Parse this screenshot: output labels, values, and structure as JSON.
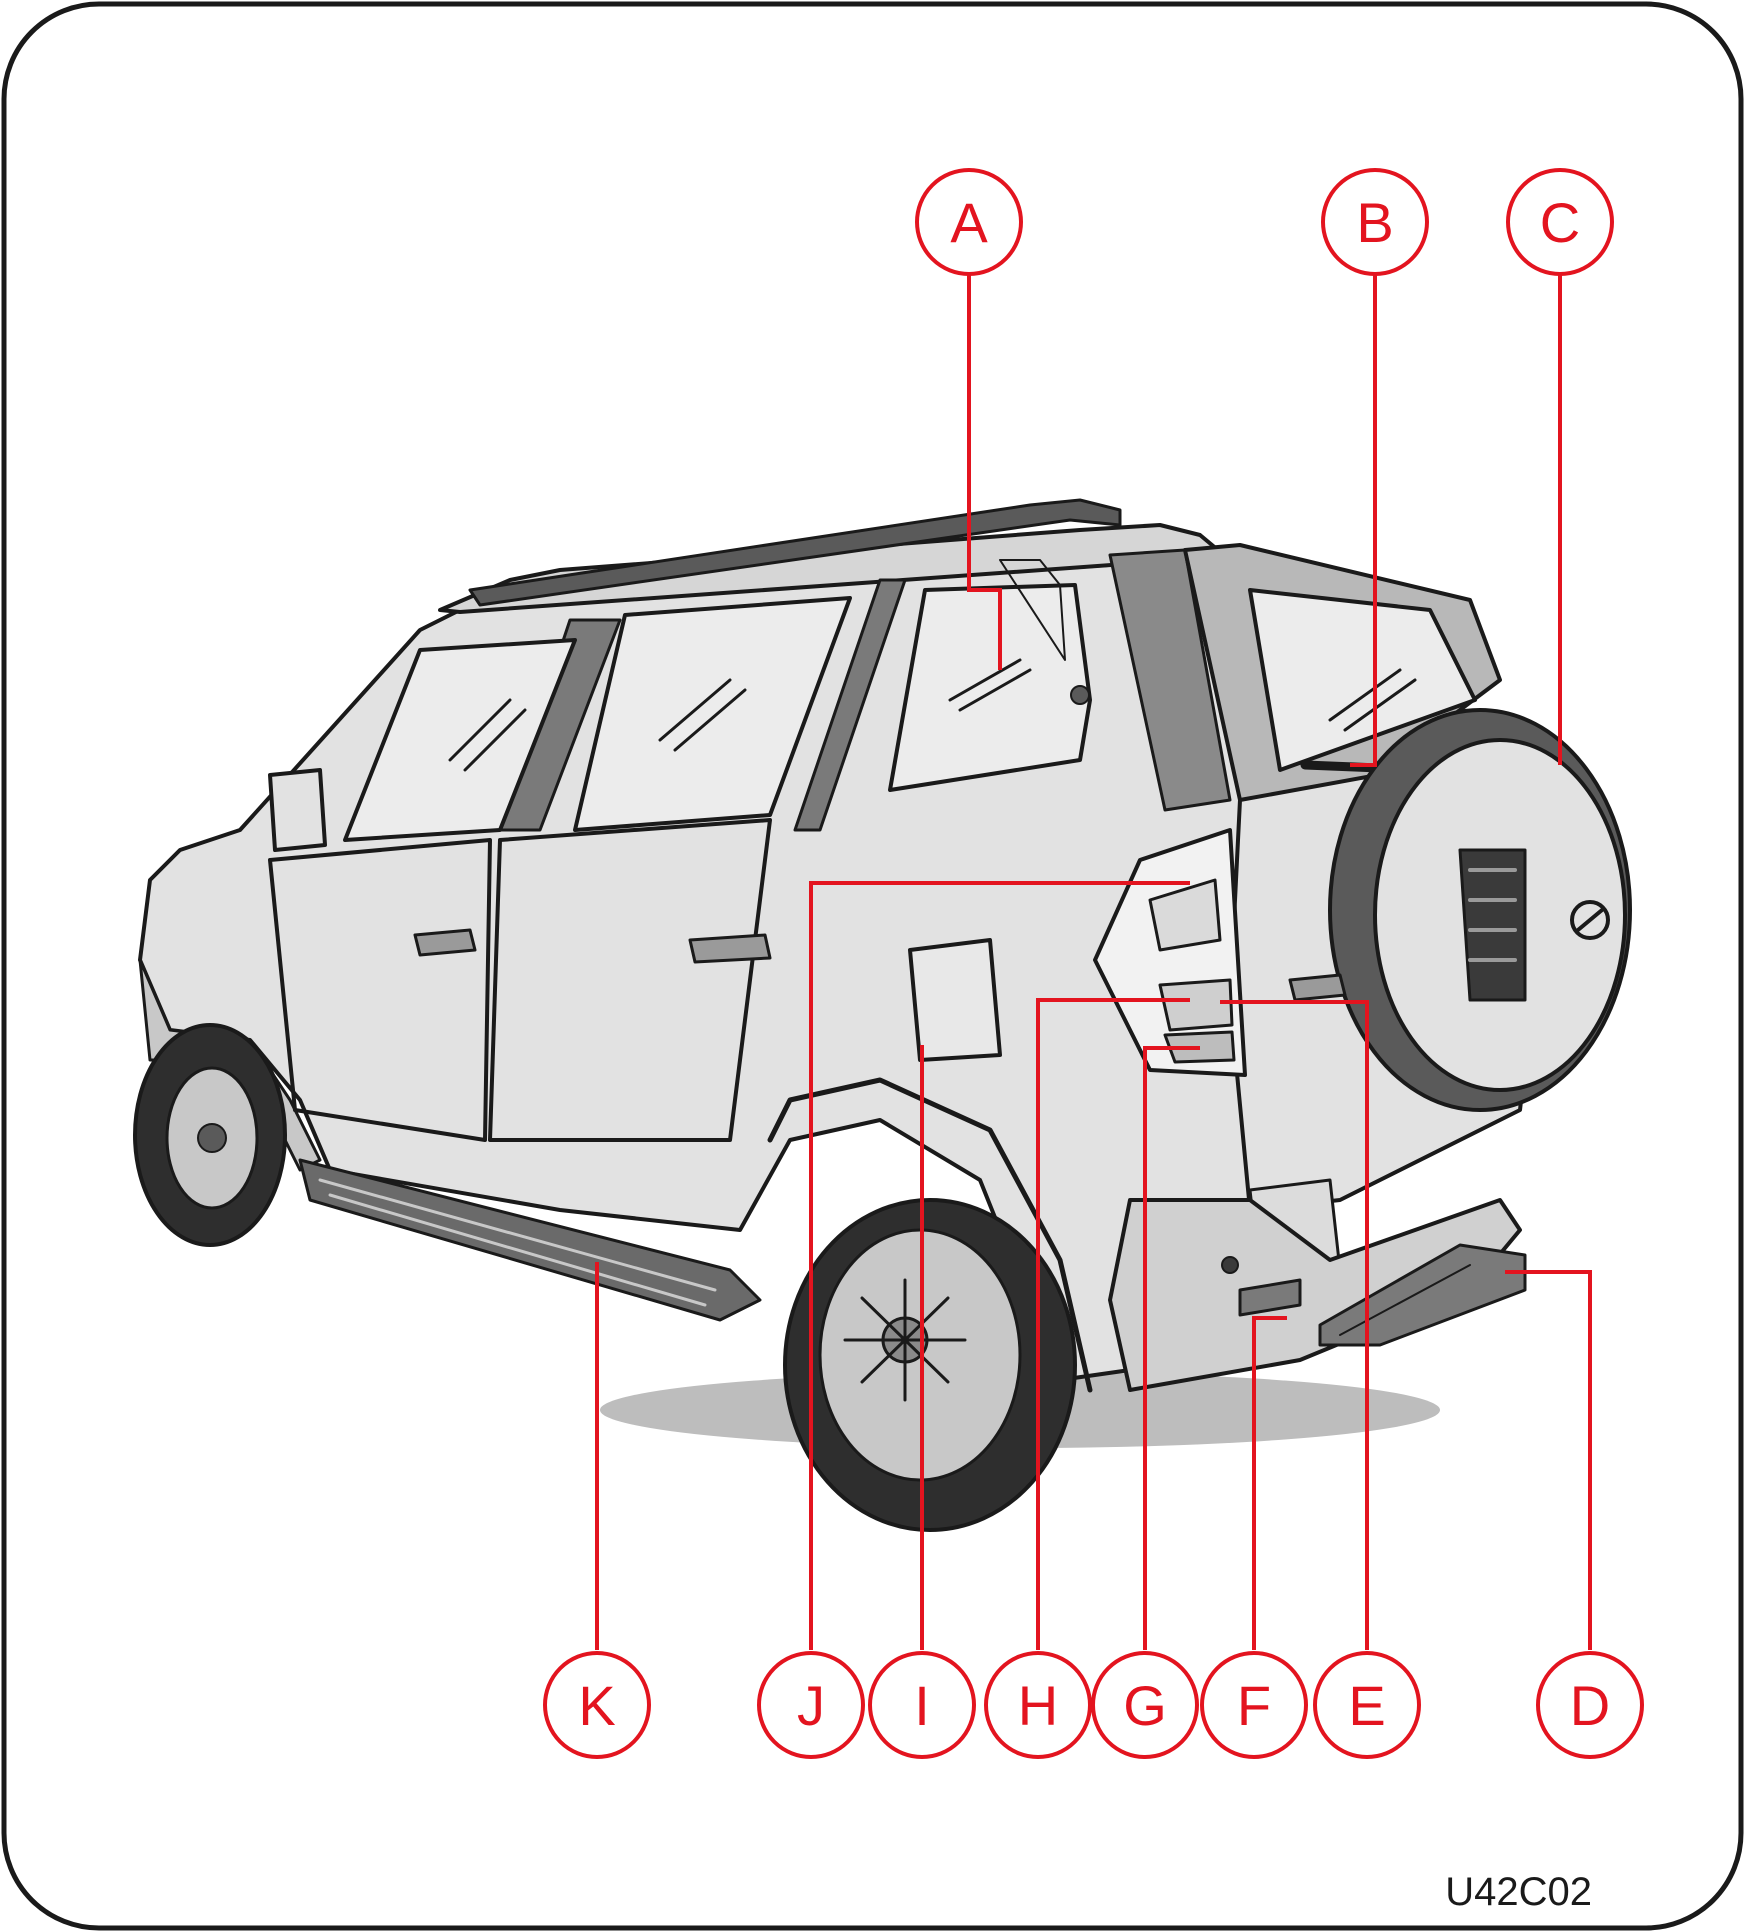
{
  "figure_code": "U42C02",
  "colors": {
    "callout": "#e3141f",
    "outline": "#1a1a1a",
    "body_light": "#e2e2e2",
    "body_mid": "#c8c8c8",
    "glass": "#ececec",
    "dark": "#5a5a5a",
    "tyre": "#2e2e2e"
  },
  "callouts": [
    {
      "id": "A"
    },
    {
      "id": "B"
    },
    {
      "id": "C"
    },
    {
      "id": "D"
    },
    {
      "id": "E"
    },
    {
      "id": "F"
    },
    {
      "id": "G"
    },
    {
      "id": "H"
    },
    {
      "id": "I"
    },
    {
      "id": "J"
    },
    {
      "id": "K"
    }
  ]
}
